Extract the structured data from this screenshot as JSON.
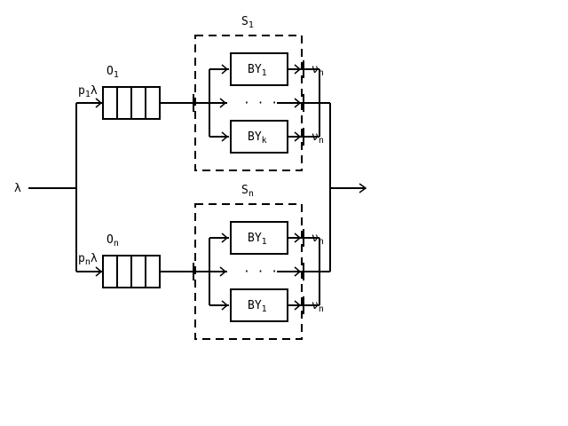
{
  "input_label": "λ",
  "top": {
    "prob_main": "p",
    "prob_sub": "1",
    "prob_rate": "λ",
    "queue_main": "O",
    "queue_sub": "1",
    "system_main": "S",
    "system_sub": "1",
    "dev1_main": "BY",
    "dev1_sub": "1",
    "dev2_main": "BY",
    "dev2_sub": "k",
    "rate1_main": "ν",
    "rate1_sub": "n",
    "rate2_main": "ν",
    "rate2_sub": "n",
    "ellipsis": "· · ·"
  },
  "bottom": {
    "prob_main": "p",
    "prob_sub": "n",
    "prob_rate": "λ",
    "queue_main": "O",
    "queue_sub": "n",
    "system_main": "S",
    "system_sub": "n",
    "dev1_main": "BY",
    "dev1_sub": "1",
    "dev2_main": "BY",
    "dev2_sub": "1",
    "rate1_main": "ν",
    "rate1_sub": "n",
    "rate2_main": "ν",
    "rate2_sub": "n",
    "ellipsis": "· · ·"
  }
}
